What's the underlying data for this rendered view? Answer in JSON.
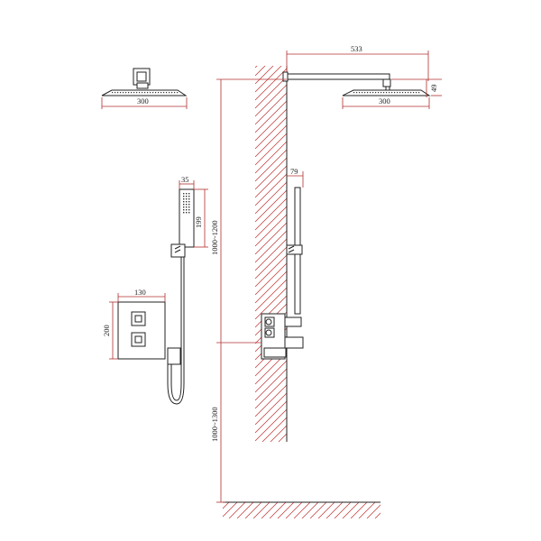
{
  "dimensions": {
    "arm_length": "533",
    "head_thickness": "49",
    "head_width_side": "300",
    "head_width_front": "300",
    "slide_offset": "79",
    "handset_width": "35",
    "handset_length": "199",
    "valve_width": "130",
    "valve_height": "200",
    "upper_height": "1000~1200",
    "lower_height": "1000~1300"
  }
}
